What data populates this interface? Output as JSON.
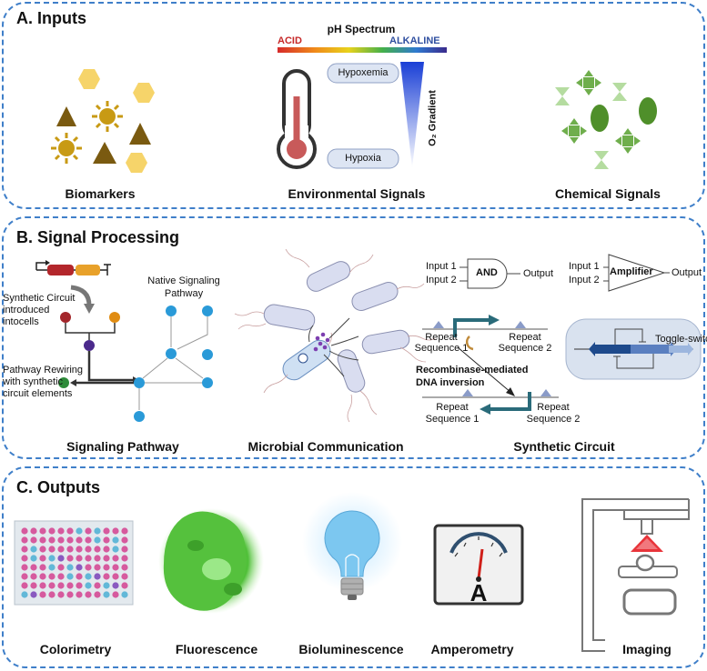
{
  "inputs": {
    "title": "A. Inputs",
    "ph_title": "pH Spectrum",
    "ph_acid": "ACID",
    "ph_alkaline": "ALKALINE",
    "hypoxemia": "Hypoxemia",
    "hypoxia": "Hypoxia",
    "o2_gradient": "O₂ Gradient",
    "captions": [
      "Biomarkers",
      "Environmental Signals",
      "Chemical Signals"
    ],
    "colors": {
      "biomarker": "#c89a14",
      "hexagon": "#f6d46a",
      "triangle": "#7a5a10",
      "chemical": "#8cc46c",
      "chemical_dark": "#4f8f2a"
    }
  },
  "processing": {
    "title": "B. Signal Processing",
    "synthetic_circuit_label": [
      "Synthetic Circuit",
      "introduced",
      "intocells"
    ],
    "native_pathway_label": [
      "Native Signaling",
      "Pathway"
    ],
    "rewiring_label": [
      "Pathway Rewiring",
      "with synthetic",
      "circuit elements"
    ],
    "input1": "Input 1",
    "input2": "Input 2",
    "and_gate": "AND",
    "output": "Output",
    "amplifier": "Amplifier",
    "repeat_seq1": [
      "Repeat",
      "Sequence 1"
    ],
    "repeat_seq2": [
      "Repeat",
      "Sequence 2"
    ],
    "recombinase": [
      "Recombinase-mediated",
      "DNA inversion"
    ],
    "toggle_switch": "Toggle-switch",
    "captions": [
      "Signaling Pathway",
      "Microbial Communication",
      "Synthetic Circuit"
    ]
  },
  "outputs": {
    "title": "C. Outputs",
    "captions": [
      "Colorimetry",
      "Fluorescence",
      "Bioluminescence",
      "Amperometry",
      "Imaging"
    ],
    "meter_unit": "A"
  }
}
